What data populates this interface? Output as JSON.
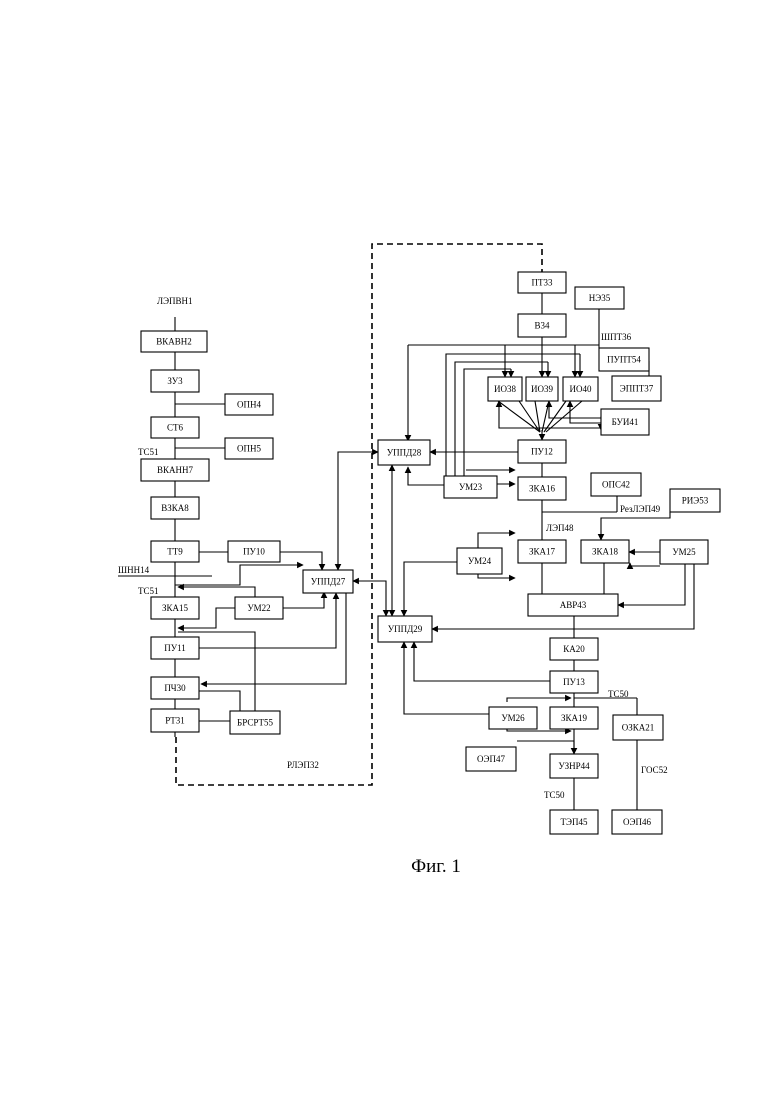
{
  "caption": "Фиг. 1",
  "blocks": {
    "vkavn2": "ВКАВН2",
    "zu3": "ЗУ3",
    "opn4": "ОПН4",
    "st6": "СТ6",
    "opn5": "ОПН5",
    "vkann7": "ВКАНН7",
    "vzka8": "ВЗКА8",
    "tt9": "ТТ9",
    "pu10": "ПУ10",
    "uppd27": "УППД27",
    "zka15": "ЗКА15",
    "um22": "УМ22",
    "pu11": "ПУ11",
    "pch30": "ПЧ30",
    "rt31": "РТ31",
    "brsrt55": "БРСРТ55",
    "pt33": "ПТ33",
    "ne35": "НЭ35",
    "v34": "В34",
    "pupt54": "ПУПТ54",
    "io38": "ИО38",
    "io39": "ИО39",
    "io40": "ИО40",
    "eppt37": "ЭППТ37",
    "bui41": "БУИ41",
    "uppd28": "УППД28",
    "pu12": "ПУ12",
    "um23": "УМ23",
    "zka16": "ЗКА16",
    "ops42": "ОПС42",
    "rie53": "РИЭ53",
    "um24": "УМ24",
    "zka17": "ЗКА17",
    "zka18": "ЗКА18",
    "um25": "УМ25",
    "avr43": "АВР43",
    "uppd29": "УППД29",
    "ka20": "КА20",
    "pu13": "ПУ13",
    "um26": "УМ26",
    "zka19": "ЗКА19",
    "ozka21": "ОЗКА21",
    "oep47": "ОЭП47",
    "uznr44": "УЗНР44",
    "tep45": "ТЭП45",
    "oep46": "ОЭП46"
  },
  "labels": {
    "lepvn1": "ЛЭПВН1",
    "ts51_a": "ТС51",
    "shnn14": "ШНН14",
    "ts51_b": "ТС51",
    "rlep32": "РЛЭП32",
    "shpt36": "ШПТ36",
    "lep48": "ЛЭП48",
    "rezlep49": "РезЛЭП49",
    "ts50_a": "ТС50",
    "gos52": "ГОС52",
    "ts50_b": "ТС50"
  }
}
